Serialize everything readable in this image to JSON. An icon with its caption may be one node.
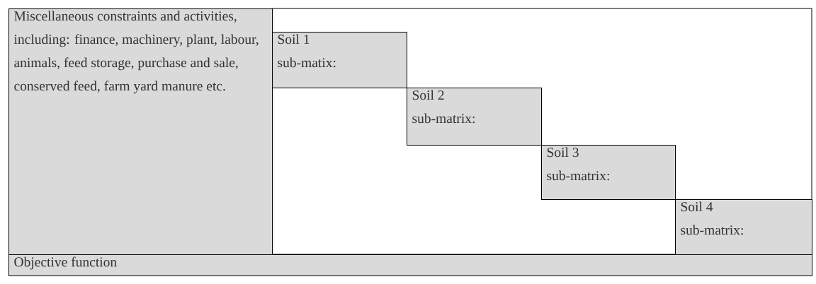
{
  "diagram": {
    "nodes": [
      {
        "text": [
          "Miscellaneous constraints and activities, including: finance, machinery, plant, labour, animals, feed storage, purchase and sale, conserved feed, farm yard manure etc."
        ]
      },
      {
        "text": [
          "Soil 1 sub-matix:"
        ]
      },
      {
        "text": [
          "Soil 2 sub-matrix:"
        ]
      },
      {
        "text": [
          "Soil 3 sub-matrix:"
        ]
      },
      {
        "text": [
          "Soil 4 sub-matrix:"
        ]
      },
      {
        "text": [
          "Objective function"
        ]
      }
    ]
  }
}
